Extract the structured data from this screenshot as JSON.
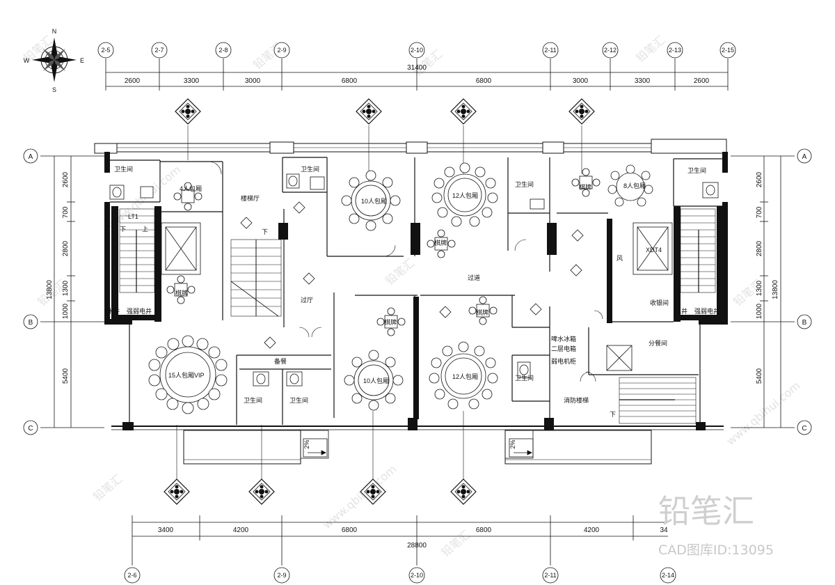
{
  "compass": {
    "n": "N",
    "s": "S",
    "e": "E",
    "w": "W"
  },
  "top_axes": [
    "2-5",
    "2-7",
    "2-8",
    "2-9",
    "2-10",
    "2-11",
    "2-12",
    "2-13",
    "2-15"
  ],
  "top_dims": [
    "2600",
    "3300",
    "3000",
    "6800",
    "6800",
    "3000",
    "3300",
    "2600"
  ],
  "top_total": "31400",
  "bottom_axes": [
    "2-6",
    "2-9",
    "2-10",
    "2-11",
    "2-14"
  ],
  "bottom_dims": [
    "3400",
    "4200",
    "6800",
    "6800",
    "4200",
    "34"
  ],
  "bottom_total": "28800",
  "row_axes": [
    "A",
    "B",
    "C"
  ],
  "left_dims": [
    "2600",
    "700",
    "2800",
    "1300",
    "1000",
    "5400"
  ],
  "left_total": "13800",
  "right_dims": [
    "2600",
    "700",
    "2800",
    "1300",
    "1000",
    "5400"
  ],
  "right_total": "13800",
  "rooms": {
    "wc_tl": "卫生间",
    "room4": "4人包厢",
    "lt1": "LT1",
    "up": "上",
    "down": "下",
    "stair_hall": "楼梯厅",
    "wc_c1": "卫生间",
    "room10_top": "10人包厢",
    "room12_top": "12人包厢",
    "wc_c2": "卫生间",
    "qipai": "棋牌",
    "room8": "8人包厢",
    "wc_tr": "卫生间",
    "xdt4": "XDT4",
    "feng": "风",
    "shouyin": "收银间",
    "corridor": "过道",
    "hall": "过厅",
    "water_l": "水井",
    "elec_l": "强弱电井",
    "water_r": "水井",
    "elec_r": "强弱电井",
    "room15": "15人包厢VIP",
    "beican": "备餐",
    "wc_b1": "卫生间",
    "wc_b2": "卫生间",
    "room10_bot": "10人包厢",
    "room12_bot": "12人包厢",
    "bingxiang": "啤水冰箱",
    "erceng": "二层电箱",
    "jidian": "弱电机柜",
    "wc_b3": "卫生间",
    "fire_stair": "消防楼梯",
    "fencan": "分餐间",
    "slope": "2%"
  },
  "watermark": {
    "logo": "铅笔汇",
    "id": "CAD图库ID:13095",
    "site": "www.qbihui.com"
  }
}
